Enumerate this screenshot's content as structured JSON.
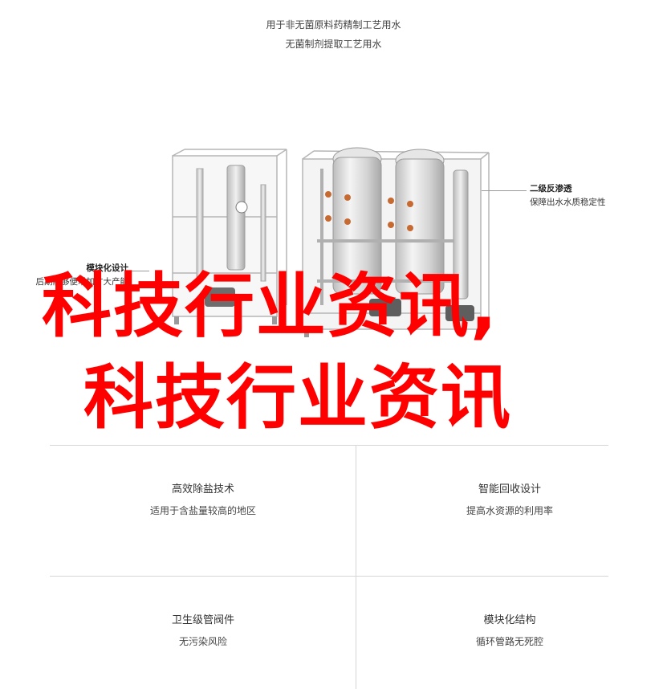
{
  "header": {
    "line1": "用于非无菌原料药精制工艺用水",
    "line2": "无菌制剂提取工艺用水"
  },
  "callouts": {
    "right": {
      "title": "二级反渗透",
      "desc": "保障出水水质稳定性"
    },
    "left": {
      "title": "模块化设计",
      "desc": "后期能够便增加扩大产能"
    }
  },
  "headline": {
    "line1": "科技行业资讯,",
    "line2": "科技行业资讯"
  },
  "features": [
    {
      "title": "高效除盐技术",
      "desc": "适用于含盐量较高的地区"
    },
    {
      "title": "智能回收设计",
      "desc": "提高水资源的利用率"
    },
    {
      "title": "卫生级管阀件",
      "desc": "无污染风险"
    },
    {
      "title": "模块化结构",
      "desc": "循环管路无死腔"
    }
  ],
  "colors": {
    "headline": "#ff0000",
    "frame": "#c8c8c8",
    "tank": "#dcdcdc",
    "valve": "#c76a32"
  },
  "icons": {
    "machine": "water-purification-machine-illustration"
  }
}
